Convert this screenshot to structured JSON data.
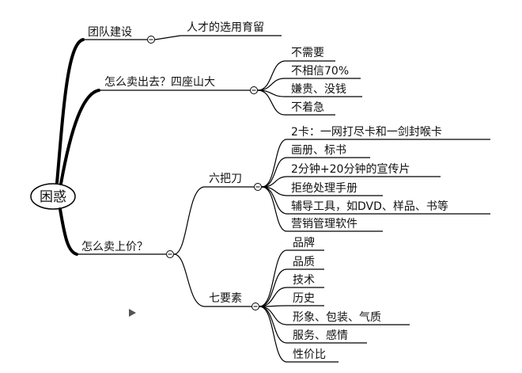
{
  "root": {
    "label": "困惑"
  },
  "branches": [
    {
      "label": "团队建设",
      "children": [
        {
          "label": "人才的选用育留"
        }
      ]
    },
    {
      "label": "怎么卖出去？四座山大",
      "children": [
        {
          "label": "不需要"
        },
        {
          "label": "不相信70%"
        },
        {
          "label": "嫌贵、没钱"
        },
        {
          "label": "不着急"
        }
      ]
    },
    {
      "label": "怎么卖上价？",
      "children": [
        {
          "label": "六把刀",
          "children": [
            {
              "label": "2卡：一网打尽卡和一剑封喉卡"
            },
            {
              "label": "画册、标书"
            },
            {
              "label": "2分钟+20分钟的宣传片"
            },
            {
              "label": "拒绝处理手册"
            },
            {
              "label": "辅导工具，如DVD、样品、书等"
            },
            {
              "label": "营销管理软件"
            }
          ]
        },
        {
          "label": "七要素",
          "children": [
            {
              "label": "品牌"
            },
            {
              "label": "品质"
            },
            {
              "label": "技术"
            },
            {
              "label": "历史"
            },
            {
              "label": "形象、包装、气质"
            },
            {
              "label": "服务、感情"
            },
            {
              "label": "性价比"
            }
          ]
        }
      ]
    }
  ],
  "icons": {
    "collapse": "minus-circle-icon",
    "arrow": "play-arrow-icon"
  }
}
